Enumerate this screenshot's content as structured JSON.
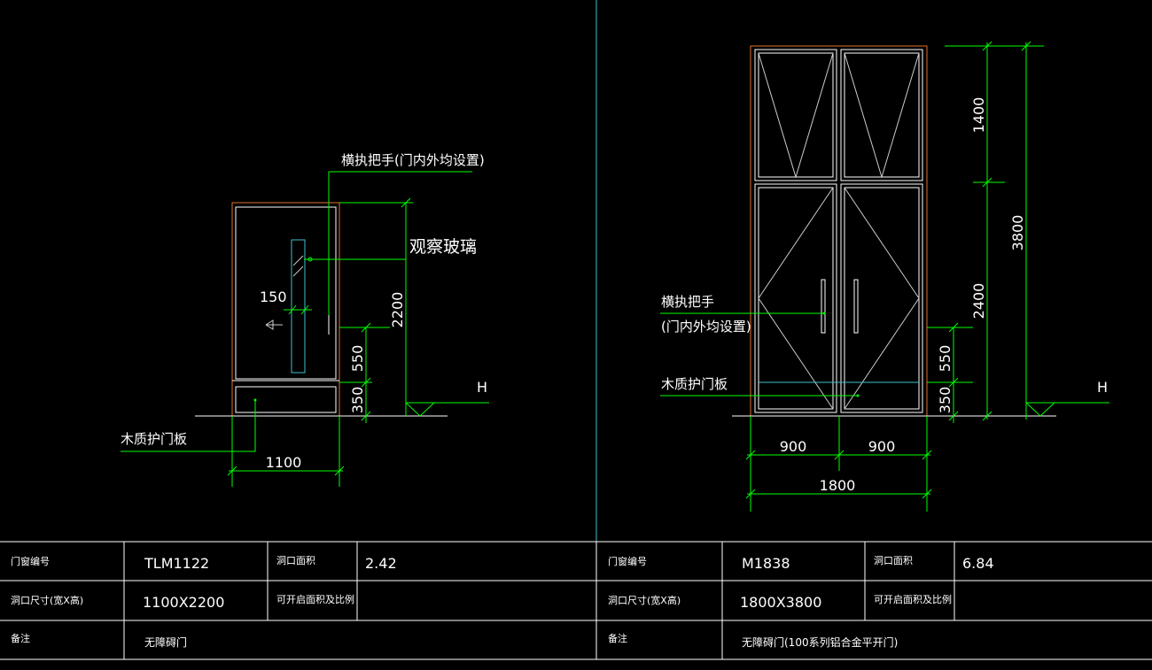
{
  "colors": {
    "background": "#000000",
    "outline": "#e07030",
    "frame": "#ffffff",
    "swing": "#cccccc",
    "dimension": "#00ff00",
    "grid": "#ffffff",
    "divider": "#40c0d0",
    "text": "#ffffff"
  },
  "left": {
    "label_handle": "横执把手(门内外均设置)",
    "label_glass": "观察玻璃",
    "label_board": "木质护门板",
    "dim_150": "150",
    "dim_2200": "2200",
    "dim_550": "550",
    "dim_350": "350",
    "dim_1100": "1100",
    "level": "H"
  },
  "right": {
    "label_handle_1": "横执把手",
    "label_handle_2": "(门内外均设置)",
    "label_board": "木质护门板",
    "dim_1400": "1400",
    "dim_3800": "3800",
    "dim_2400": "2400",
    "dim_550": "550",
    "dim_350": "350",
    "dim_900_a": "900",
    "dim_900_b": "900",
    "dim_1800": "1800",
    "level": "H"
  },
  "table": {
    "left": {
      "label_code": "门窗编号",
      "code": "TLM1122",
      "label_area": "洞口面积",
      "area": "2.42",
      "label_size": "洞口尺寸(宽X高)",
      "size": "1100X2200",
      "label_ratio": "可开启面积及比例",
      "ratio": "",
      "label_note": "备注",
      "note": "无障碍门"
    },
    "right": {
      "label_code": "门窗编号",
      "code": "M1838",
      "label_area": "洞口面积",
      "area": "6.84",
      "label_size": "洞口尺寸(宽X高)",
      "size": "1800X3800",
      "label_ratio": "可开启面积及比例",
      "ratio": "",
      "label_note": "备注",
      "note": "无障碍门(100系列铝合金平开门)"
    }
  }
}
